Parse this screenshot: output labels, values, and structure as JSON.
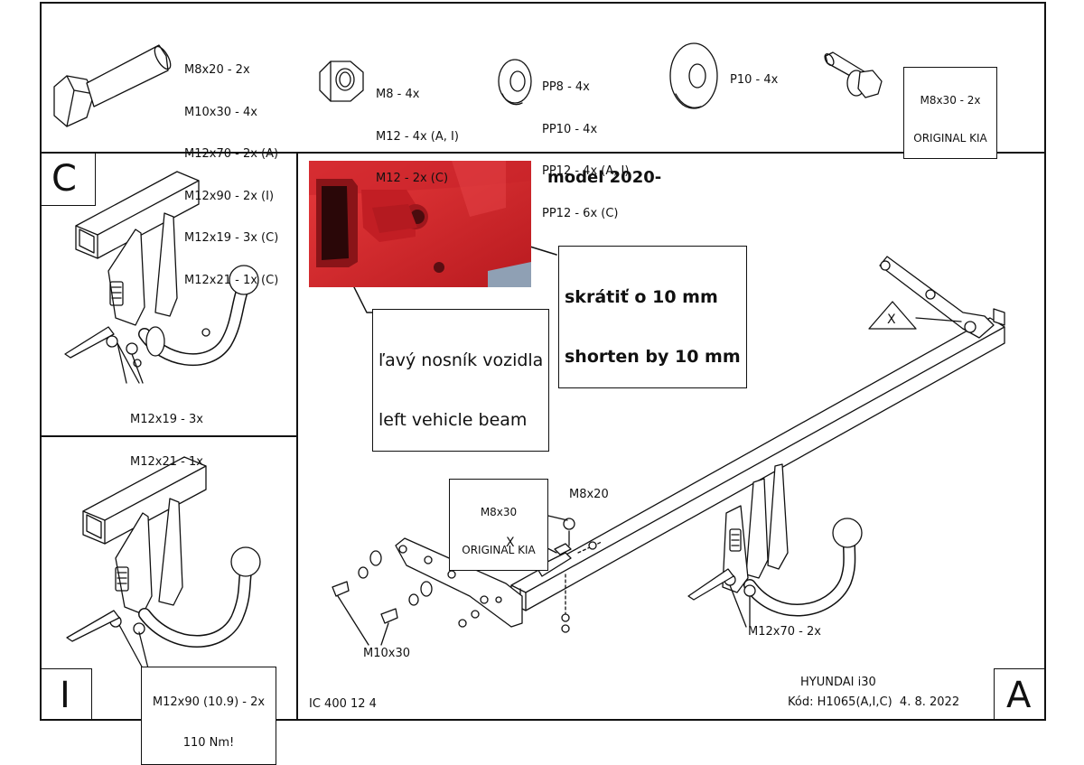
{
  "parts": {
    "bolt": [
      "M8x20 - 2x",
      "M10x30 - 4x",
      "M12x70 - 2x (A)",
      "M12x90 - 2x (I)",
      "M12x19 - 3x (C)",
      "M12x21 - 1x (C)"
    ],
    "nut": [
      "M8 - 4x",
      "M12 - 4x (A, I)",
      "M12 - 2x (C)"
    ],
    "washer": [
      "PP8 - 4x",
      "PP10 - 4x",
      "PP12 - 4x (A, I)",
      "PP12 - 6x (C)"
    ],
    "large_washer": "P10 - 4x",
    "flange_bolt": [
      "M8x30 - 2x",
      "ORIGINAL KIA"
    ]
  },
  "panel_c": {
    "letter": "C",
    "bolts": [
      "M12x19 - 3x",
      "M12x21 - 1x"
    ]
  },
  "panel_i": {
    "letter": "I",
    "bolts": [
      "M12x90 (10.9) - 2x",
      "110 Nm!"
    ]
  },
  "main": {
    "model": "model 2020-",
    "shorten": [
      "skrátiť o 10 mm",
      "shorten by 10 mm"
    ],
    "beam": [
      "ľavý nosník vozidla",
      "left vehicle beam"
    ],
    "m8x30_tag": [
      "M8x30",
      "ORIGINAL KIA"
    ],
    "m8x20": "M8x20",
    "m10x30": "M10x30",
    "m12x70": "M12x70 - 2x",
    "mark_x": "X",
    "product_code": "IC 400 12 4",
    "vehicle": "HYUNDAI i30",
    "kod": "Kód: H1065(A,I,C)  4. 8. 2022",
    "panel_letter": "A"
  },
  "colors": {
    "line": "#111111",
    "photo_red": "#d8262a",
    "photo_dark": "#8a1418"
  }
}
